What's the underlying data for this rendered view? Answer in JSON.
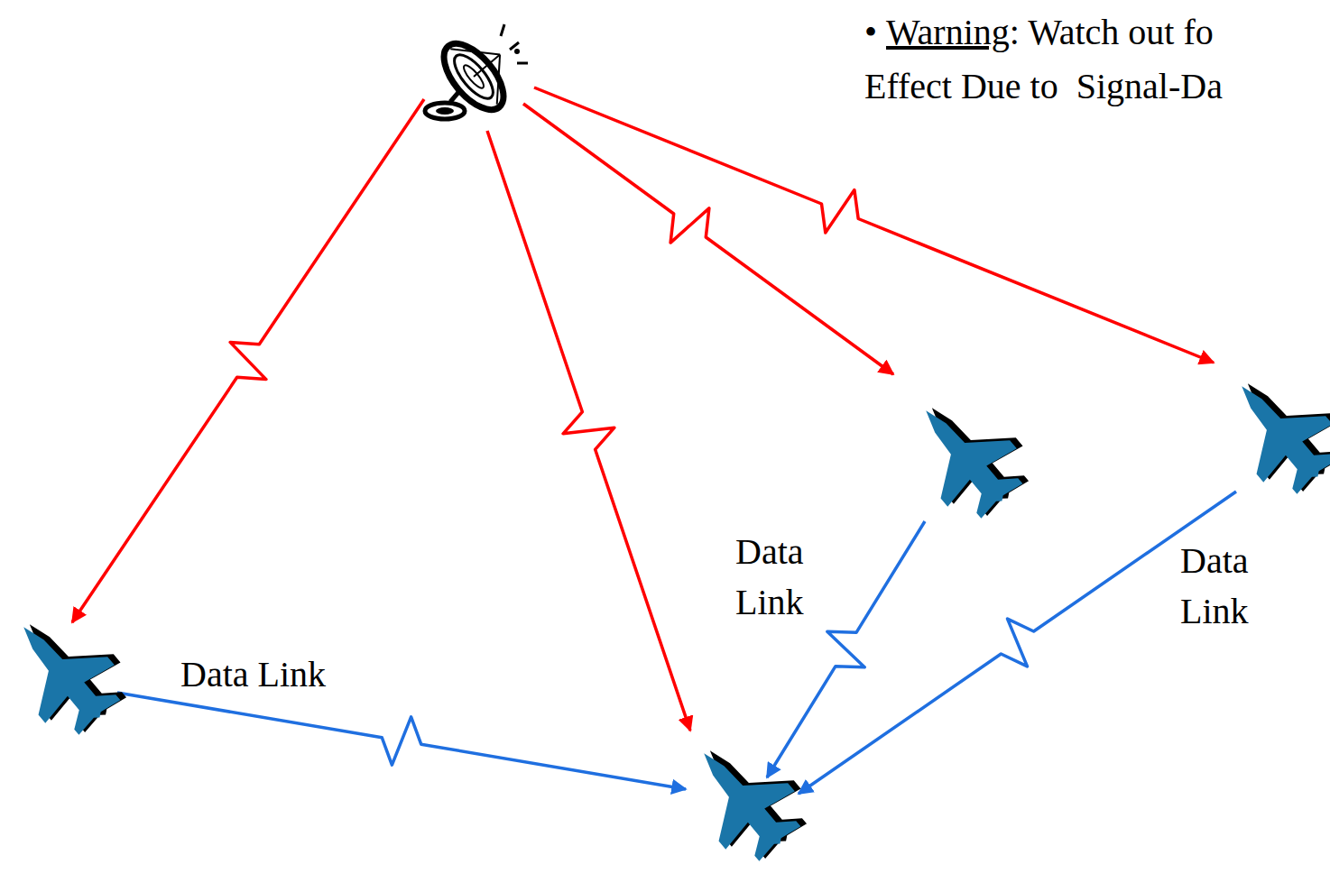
{
  "diagram": {
    "labels": [
      "•",
      "Warning",
      ": Watch out fo",
      "Effect Due to  Signal-Da",
      "Data Link",
      "Data Link",
      "Data Link"
    ]
  }
}
